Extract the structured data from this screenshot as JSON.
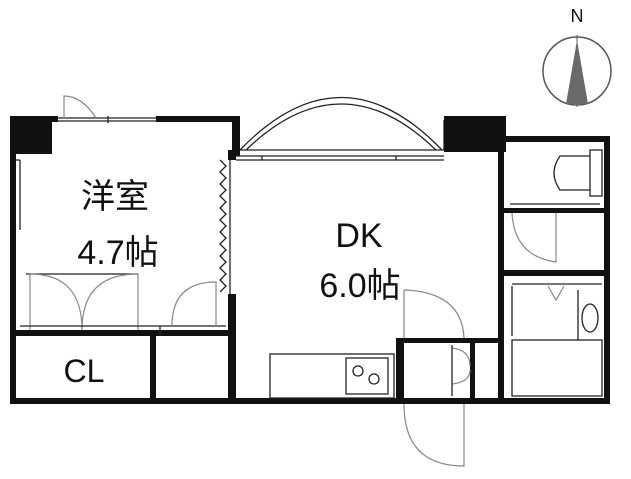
{
  "compass": {
    "label": "N"
  },
  "rooms": {
    "western": {
      "name": "洋室",
      "size": "4.7帖"
    },
    "dk": {
      "name": "DK",
      "size": "6.0帖"
    },
    "closet": {
      "name": "CL"
    }
  }
}
